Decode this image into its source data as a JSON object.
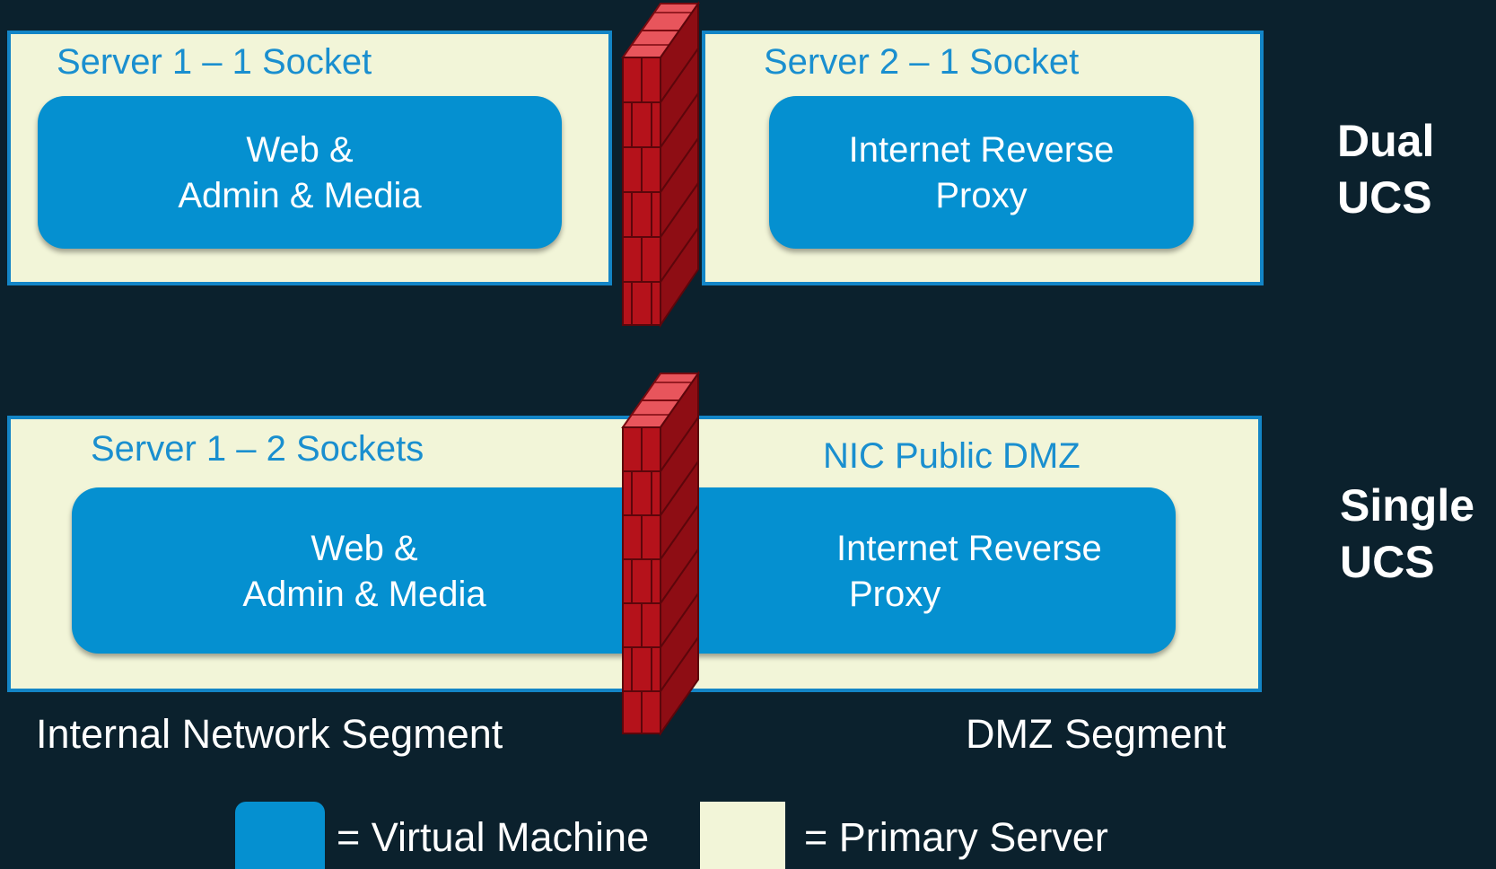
{
  "dual": {
    "server1_label": "Server 1 – 1 Socket",
    "vm1_line1": "Web &",
    "vm1_line2": "Admin & Media",
    "server2_label": "Server 2 – 1 Socket",
    "vm2_line1": "Internet Reverse",
    "vm2_line2": "Proxy",
    "side_line1": "Dual",
    "side_line2": "UCS"
  },
  "single": {
    "server_label": "Server 1 – 2 Sockets",
    "nic_label": "NIC Public DMZ",
    "vm1_line1": "Web &",
    "vm1_line2": "Admin & Media",
    "vm2_line1": "Internet Reverse",
    "vm2_line2": "Proxy",
    "side_line1": "Single",
    "side_line2": "UCS"
  },
  "segments": {
    "internal": "Internal Network Segment",
    "dmz": "DMZ Segment"
  },
  "legend": {
    "vm_label": "= Virtual Machine",
    "server_label": "= Primary Server"
  },
  "colors": {
    "background": "#0b212d",
    "server_fill": "#f2f5d8",
    "server_border": "#1385c6",
    "vm_fill": "#0590d0",
    "firewall": "#b5121b"
  }
}
